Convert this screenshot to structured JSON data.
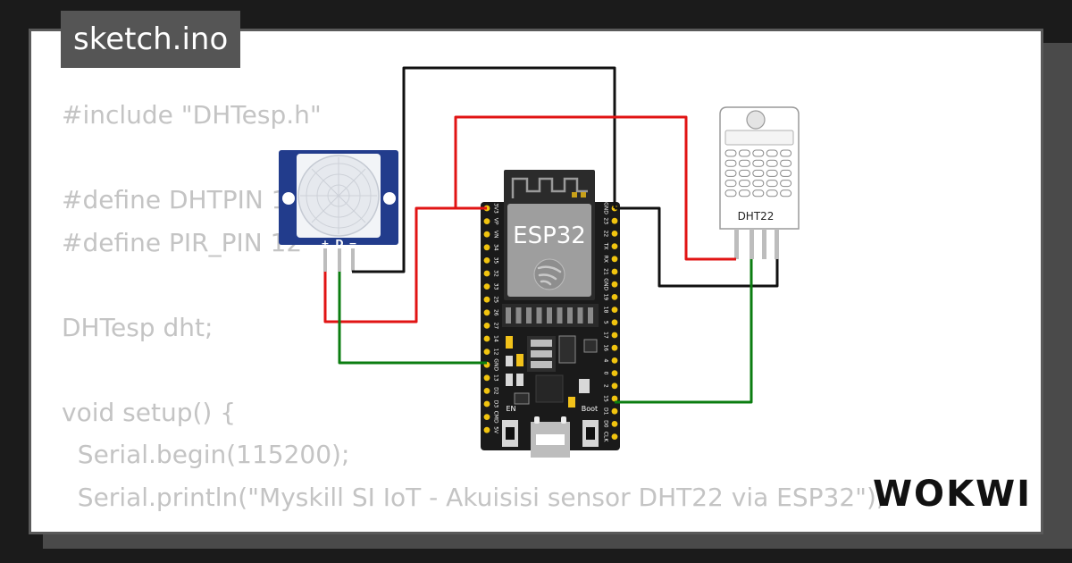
{
  "file": {
    "name": "sketch.ino"
  },
  "code_lines": [
    "#include \"DHTesp.h\"",
    "",
    "#define DHTPIN 15",
    "#define PIR_PIN 12",
    "",
    "DHTesp dht;",
    "",
    "void setup() {",
    "  Serial.begin(115200);",
    "  Serial.println(\"Myskill SI IoT - Akuisisi sensor DHT22 via ESP32\");"
  ],
  "pir_sensor": {
    "pin_labels": [
      "+",
      "D",
      "−"
    ]
  },
  "esp32": {
    "label": "ESP32",
    "left_pins": [
      "3V3",
      "VP",
      "VN",
      "34",
      "35",
      "32",
      "33",
      "25",
      "26",
      "27",
      "14",
      "12",
      "GND",
      "13",
      "D2",
      "D3",
      "CMD",
      "5V"
    ],
    "right_pins": [
      "GND",
      "23",
      "22",
      "TX",
      "RX",
      "21",
      "GND",
      "19",
      "18",
      "5",
      "17",
      "16",
      "4",
      "0",
      "2",
      "15",
      "D1",
      "D0",
      "CLK"
    ],
    "button_en": "EN",
    "button_boot": "Boot"
  },
  "dht22": {
    "label": "DHT22"
  },
  "brand": {
    "logo": "WOKWI"
  },
  "colors": {
    "wire_red": "#e11414",
    "wire_black": "#111111",
    "wire_green": "#0b7d10",
    "pir_board": "#223c8c",
    "esp_board": "#1a1a1a",
    "pin_gold": "#f1c40f",
    "sensor_white": "#ffffff"
  }
}
